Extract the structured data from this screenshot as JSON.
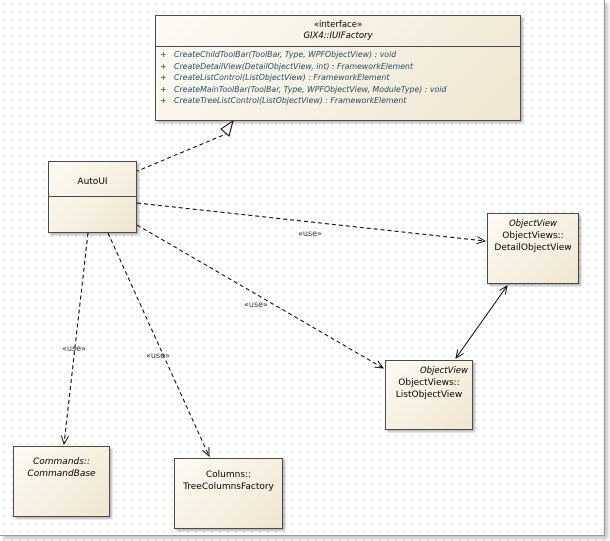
{
  "iuifactory": {
    "stereotype": "«interface»",
    "name": "GIX4::IUIFactory",
    "operations": [
      "CreateChildToolBar(ToolBar, Type, WPFObjectView) : void",
      "CreateDetailView(DetailObjectView, int) : FrameworkElement",
      "CreateListControl(ListObjectView) : FrameworkElement",
      "CreateMainToolBar(ToolBar, Type, WPFObjectView, ModuleType) : void",
      "CreateTreeListControl(ListObjectView) : FrameworkElement"
    ],
    "visibility": "+"
  },
  "autoui": {
    "name": "AutoUI"
  },
  "detail_view": {
    "stereotype": "ObjectView",
    "name_line1": "ObjectViews::",
    "name_line2": "DetailObjectView"
  },
  "list_view": {
    "stereotype": "ObjectView",
    "name_line1": "ObjectViews::",
    "name_line2": "ListObjectView"
  },
  "command_base": {
    "name_line1": "Commands::",
    "name_line2": "CommandBase"
  },
  "tree_columns": {
    "name_line1": "Columns::",
    "name_line2": "TreeColumnsFactory"
  },
  "use_label": "«use»"
}
